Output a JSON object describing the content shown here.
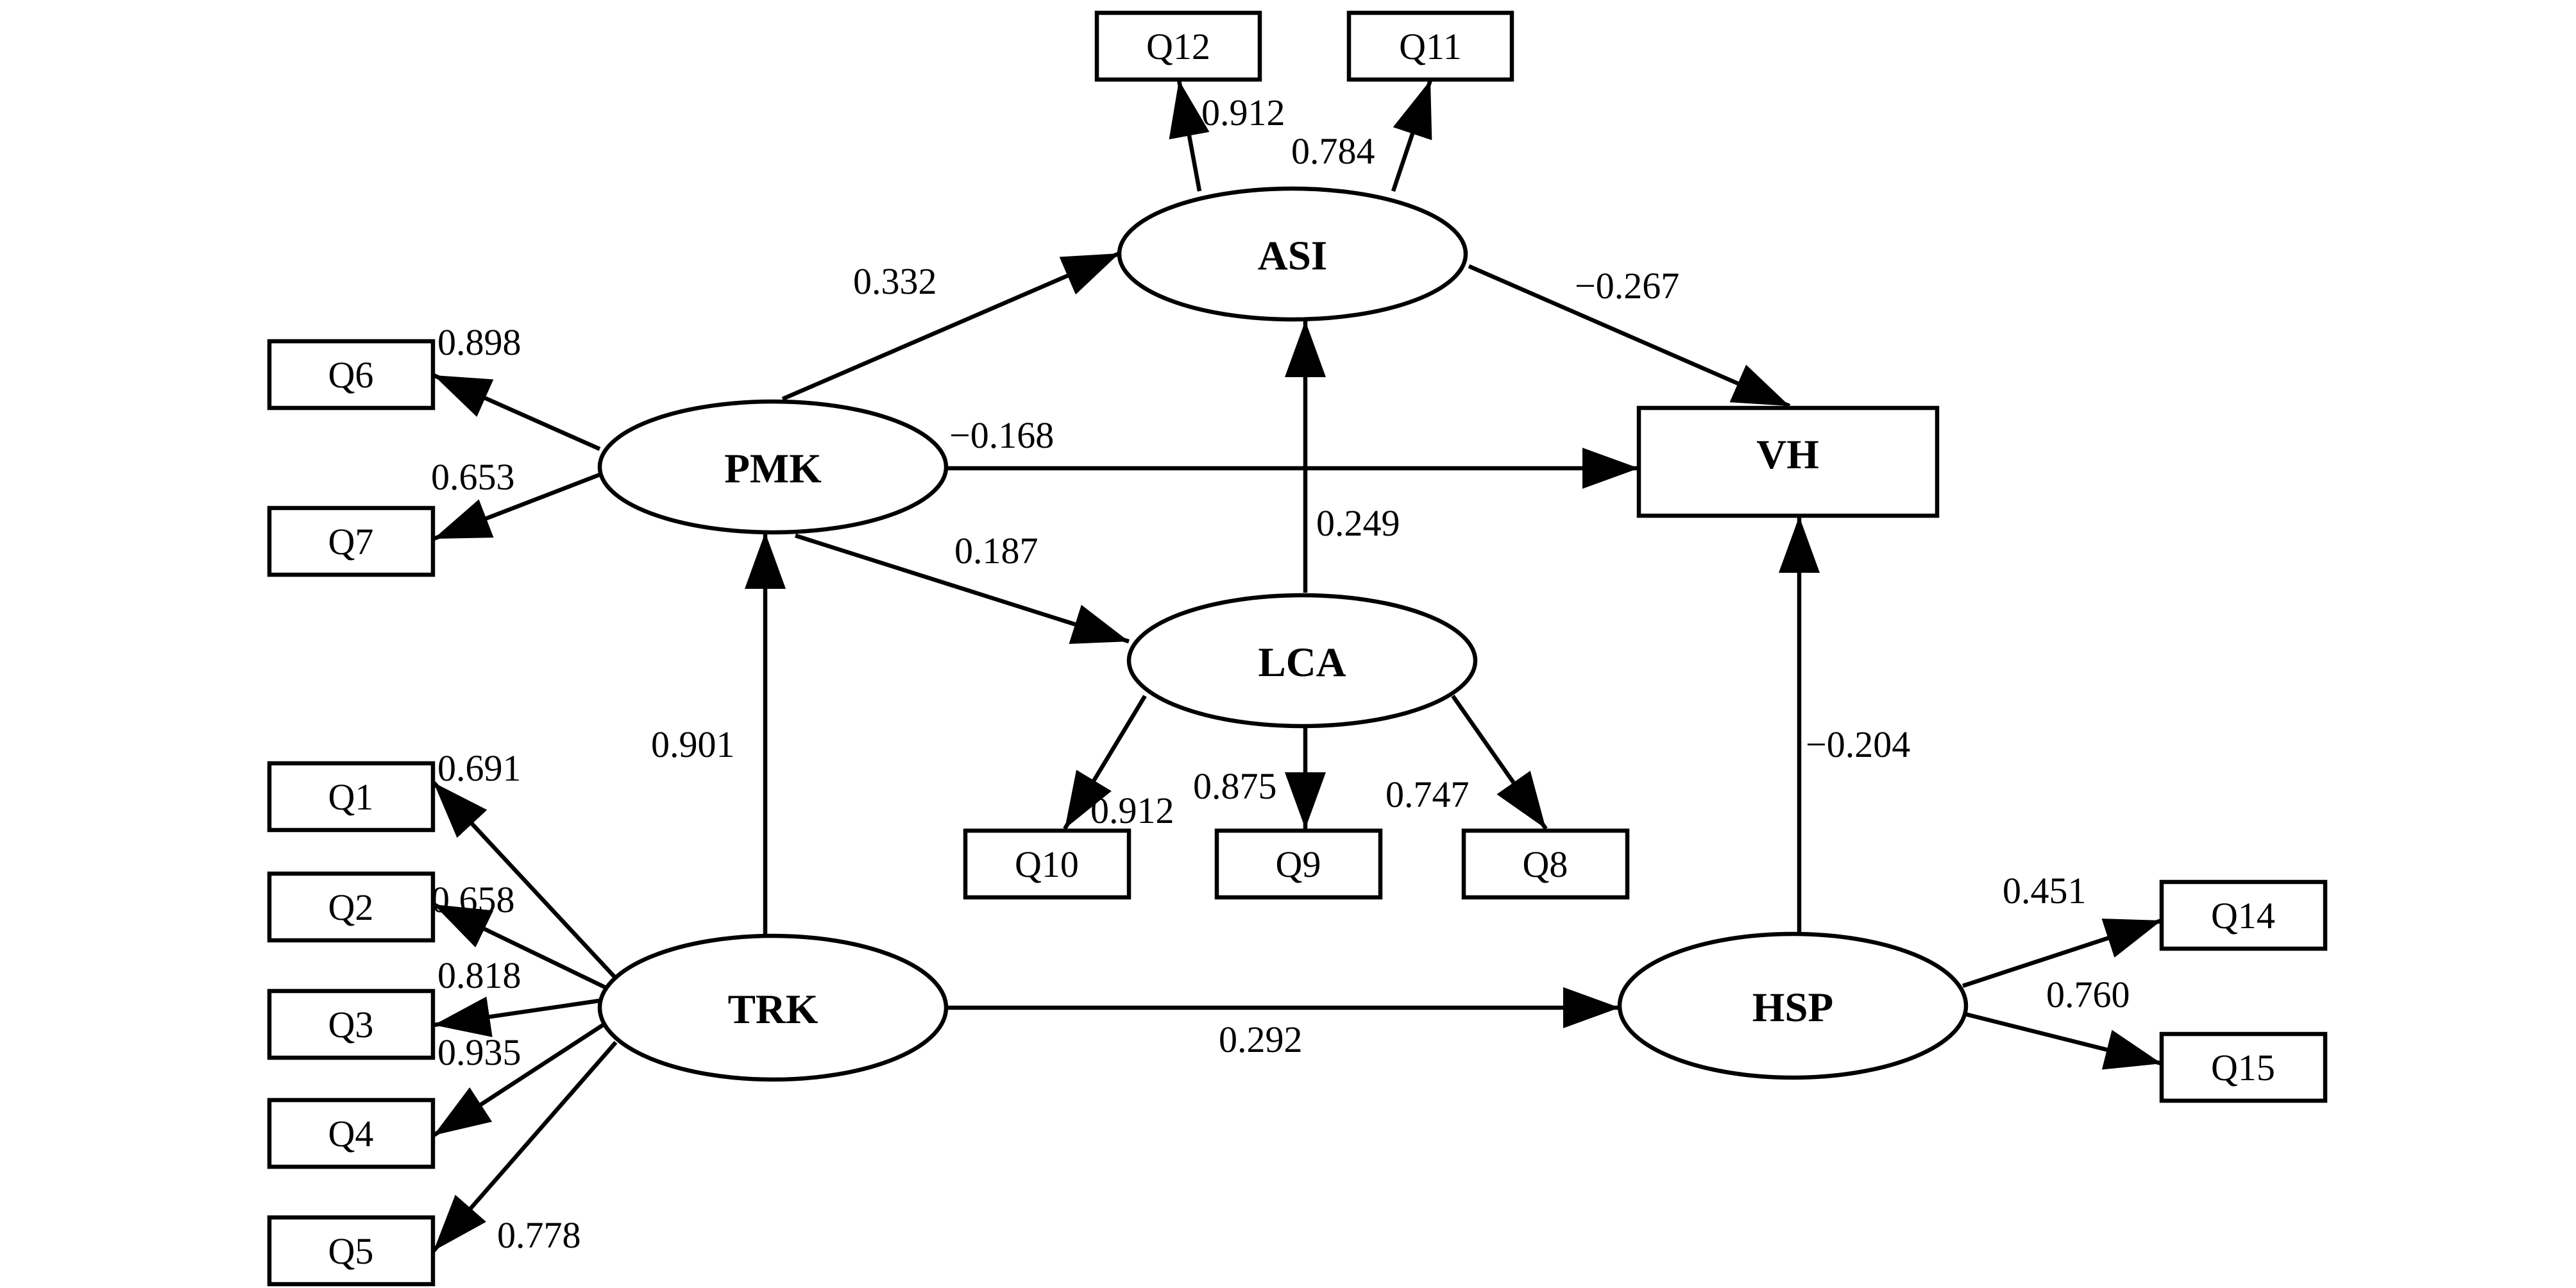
{
  "latents": {
    "asi": "ASI",
    "pmk": "PMK",
    "lca": "LCA",
    "trk": "TRK",
    "hsp": "HSP",
    "vh": "VH"
  },
  "indicators": {
    "q1": "Q1",
    "q2": "Q2",
    "q3": "Q3",
    "q4": "Q4",
    "q5": "Q5",
    "q6": "Q6",
    "q7": "Q7",
    "q8": "Q8",
    "q9": "Q9",
    "q10": "Q10",
    "q11": "Q11",
    "q12": "Q12",
    "q14": "Q14",
    "q15": "Q15"
  },
  "paths": {
    "pmk_asi": "0.332",
    "asi_vh": "−0.267",
    "pmk_vh": "−0.168",
    "pmk_lca": "0.187",
    "lca_asi": "0.249",
    "trk_pmk": "0.901",
    "hsp_vh": "−0.204",
    "trk_hsp": "0.292"
  },
  "loadings": {
    "asi_q12": "0.912",
    "asi_q11": "0.784",
    "pmk_q6": "0.898",
    "pmk_q7": "0.653",
    "lca_q10": "0.912",
    "lca_q9": "0.875",
    "lca_q8": "0.747",
    "trk_q1": "0.691",
    "trk_q2": "0.658",
    "trk_q3": "0.818",
    "trk_q4": "0.935",
    "trk_q5": "0.778",
    "hsp_q14": "0.451",
    "hsp_q15": "0.760"
  }
}
